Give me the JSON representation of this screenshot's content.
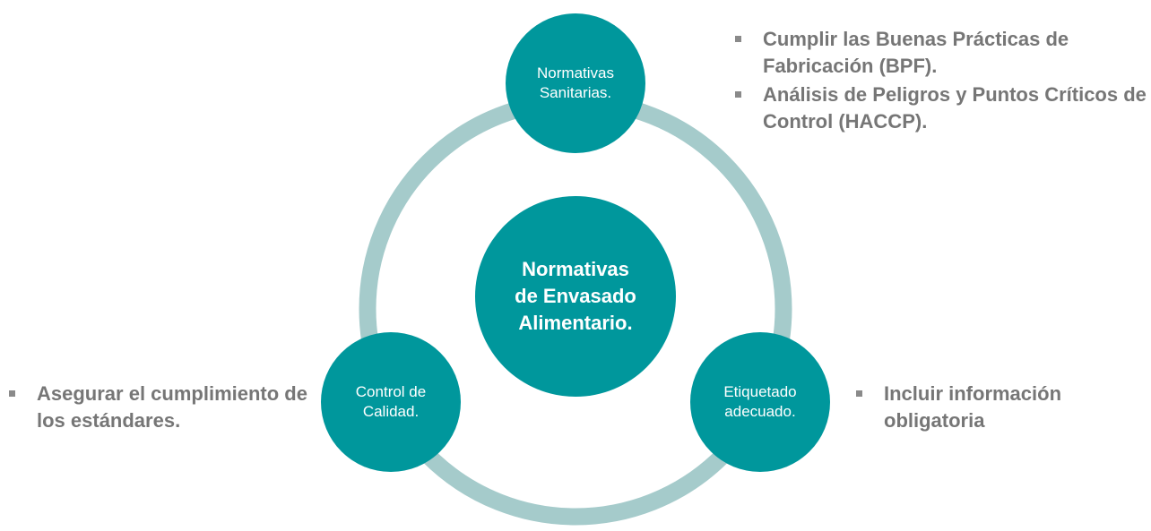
{
  "colors": {
    "ring": "#a5cbcb",
    "node": "#00979c",
    "bullet_text": "#767676"
  },
  "center": {
    "label": "Normativas\nde Envasado\nAlimentario."
  },
  "nodes": {
    "top": {
      "label": "Normativas\nSanitarias."
    },
    "left": {
      "label": "Control de\nCalidad."
    },
    "right": {
      "label": "Etiquetado\nadecuado."
    }
  },
  "bullets": {
    "top_right": [
      "Cumplir las Buenas Prácticas de Fabricación (BPF).",
      "Análisis de Peligros y Puntos Críticos de Control (HACCP)."
    ],
    "left": [
      "Asegurar el cumplimiento de los estándares."
    ],
    "right": [
      "Incluir información obligatoria"
    ]
  }
}
